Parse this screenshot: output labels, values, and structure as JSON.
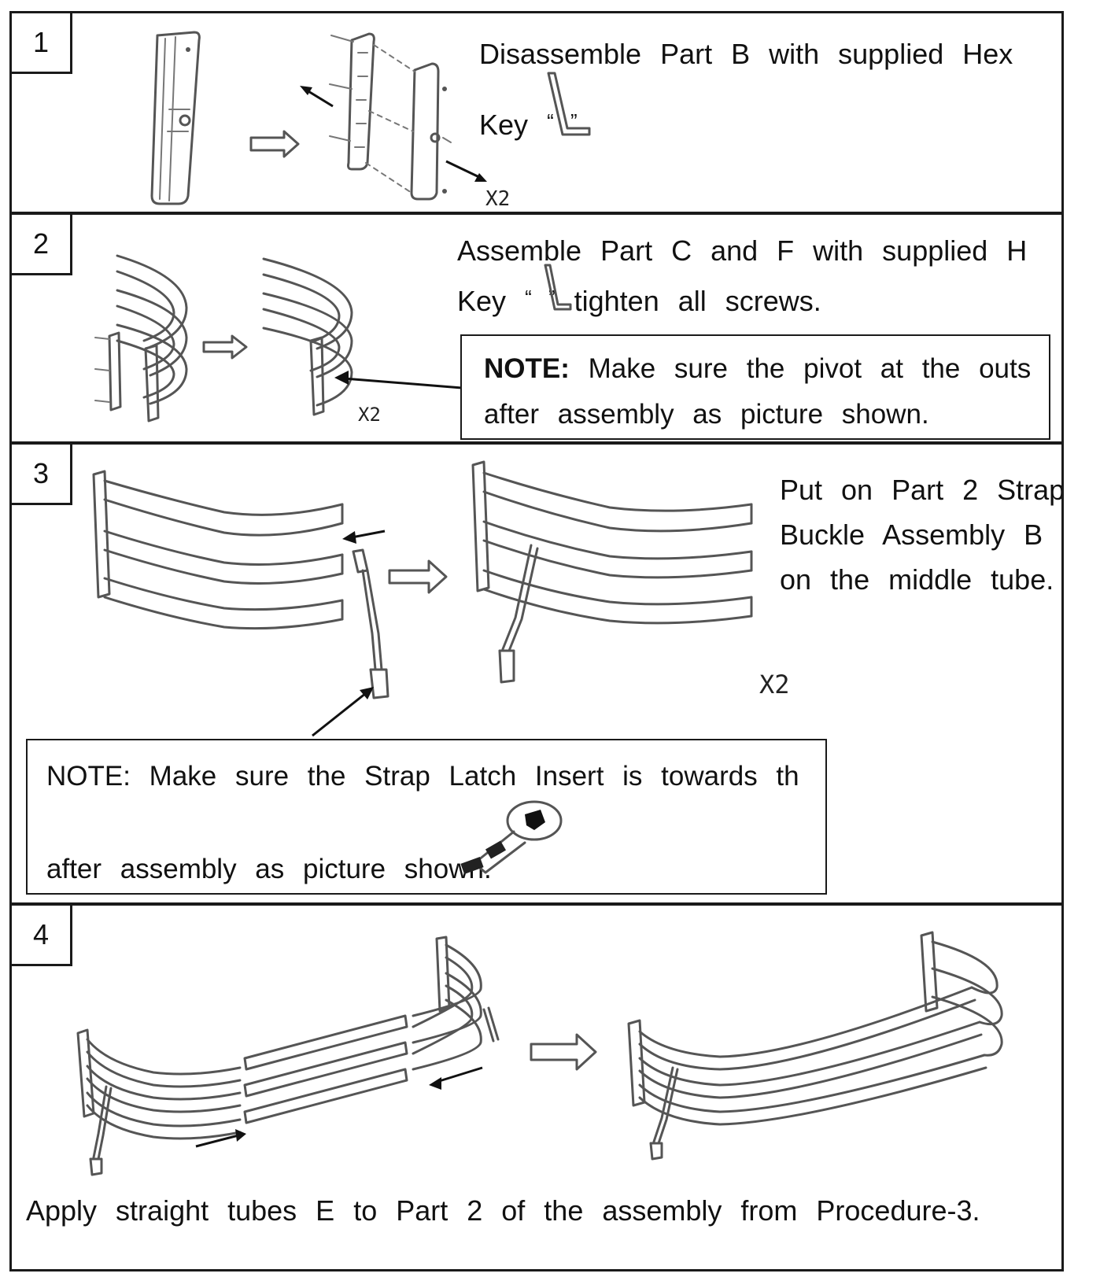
{
  "steps": [
    {
      "number": "1",
      "line1": "Disassemble Part B with supplied Hex",
      "line2_pre": "Key",
      "line2_quote": "“   ”",
      "multiplier": "X2"
    },
    {
      "number": "2",
      "line1": "Assemble Part C and F with supplied H",
      "line2_pre": "Key",
      "line2_quote": "“   ”",
      "line2_post": "tighten all screws.",
      "note_label": "NOTE:",
      "note_line1": "Make sure the pivot at the outs",
      "note_line2": "after assembly as picture shown.",
      "multiplier": "X2"
    },
    {
      "number": "3",
      "line1": "Put on Part 2 Strap",
      "line2": "Buckle Assembly B",
      "line3": "on the middle tube.",
      "multiplier": "X2",
      "note_line1": "NOTE: Make sure the Strap Latch Insert is towards th",
      "note_line2": "after assembly as picture shown."
    },
    {
      "number": "4",
      "caption": "Apply straight tubes E to Part 2 of the assembly from Procedure-3."
    }
  ]
}
